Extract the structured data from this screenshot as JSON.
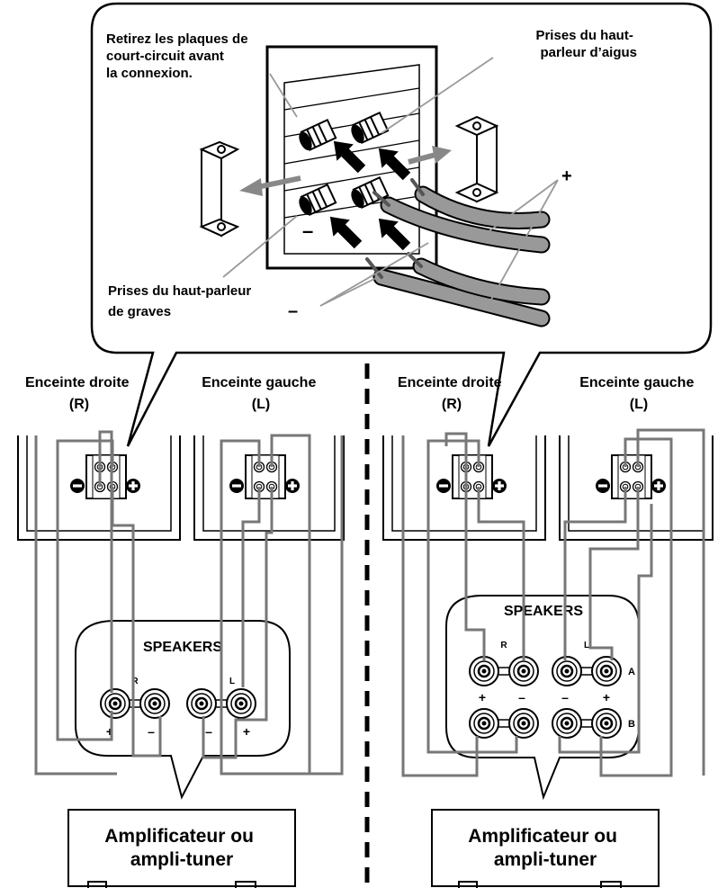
{
  "callout": {
    "remove_plates": [
      "Retirez les plaques de",
      "court-circuit avant",
      "la connexion."
    ],
    "tweeter_jacks": [
      "Prises du haut-",
      "parleur d’aigus"
    ],
    "woofer_jacks": [
      "Prises du haut-parleur",
      "de graves"
    ],
    "plus_sign": "+",
    "minus_sign": "–",
    "terminal_minus": "–",
    "terminal_plus": "+"
  },
  "left_setup": {
    "right_speaker": [
      "Enceinte droite",
      "(R)"
    ],
    "left_speaker": [
      "Enceinte gauche",
      "(L)"
    ],
    "speakers_title": "SPEAKERS",
    "r_label": "R",
    "l_label": "L",
    "signs": [
      "+",
      "–",
      "–",
      "+"
    ],
    "amp_label": [
      "Amplificateur ou",
      "ampli-tuner"
    ]
  },
  "right_setup": {
    "right_speaker": [
      "Enceinte droite",
      "(R)"
    ],
    "left_speaker": [
      "Enceinte gauche",
      "(L)"
    ],
    "speakers_title": "SPEAKERS",
    "r_label": "R",
    "l_label": "L",
    "a_label": "A",
    "b_label": "B",
    "signs": [
      "+",
      "–",
      "–",
      "+"
    ],
    "amp_label": [
      "Amplificateur ou",
      "ampli-tuner"
    ]
  }
}
